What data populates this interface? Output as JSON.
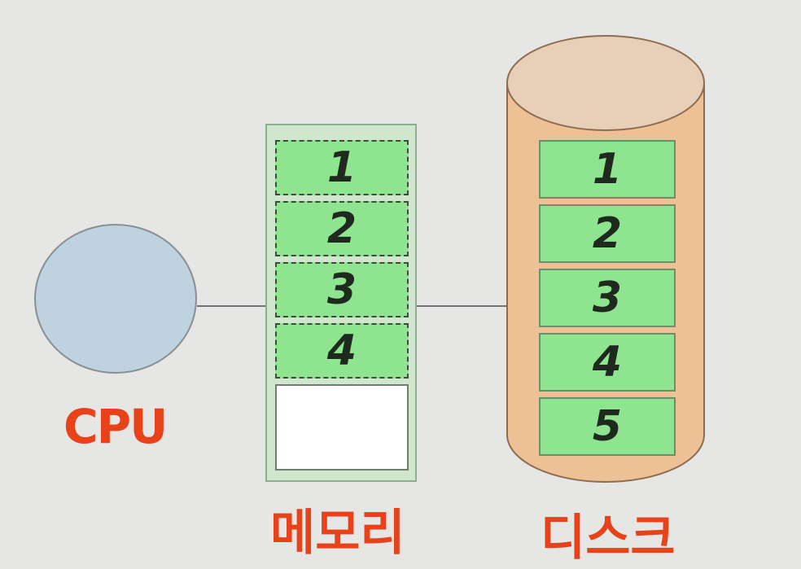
{
  "cpu": {
    "label": "CPU"
  },
  "memory": {
    "label": "메모리",
    "pages": [
      "1",
      "2",
      "3",
      "4"
    ]
  },
  "disk": {
    "label": "디스크",
    "pages": [
      "1",
      "2",
      "3",
      "4",
      "5"
    ]
  },
  "colors": {
    "background": "#e6e6e4",
    "cpu_fill": "#bed2df",
    "memory_fill": "#d0e6cd",
    "page_fill": "#8fe48f",
    "disk_fill": "#edc096",
    "disk_top": "#e8cfb7",
    "label_text": "#e8421a"
  }
}
